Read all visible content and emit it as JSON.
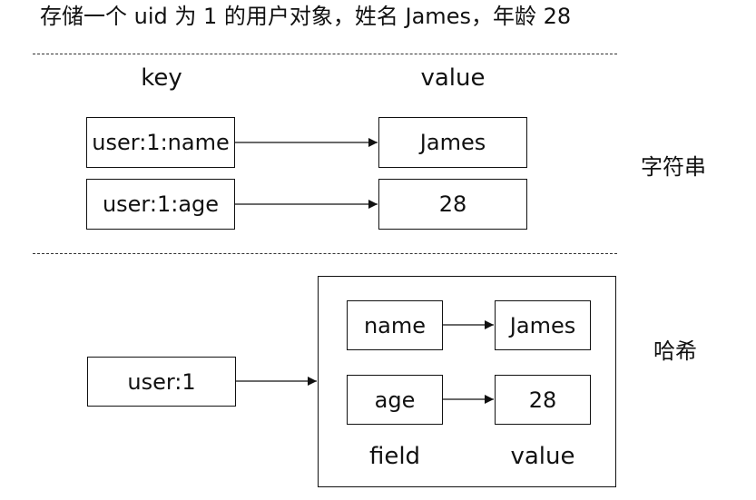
{
  "title": "存储一个 uid 为 1 的用户对象，姓名 James，年龄 28",
  "string_section": {
    "key_header": "key",
    "value_header": "value",
    "label": "字符串",
    "rows": [
      {
        "key": "user:1:name",
        "value": "James"
      },
      {
        "key": "user:1:age",
        "value": "28"
      }
    ]
  },
  "hash_section": {
    "key": "user:1",
    "label": "哈希",
    "field_header": "field",
    "value_header": "value",
    "rows": [
      {
        "field": "name",
        "value": "James"
      },
      {
        "field": "age",
        "value": "28"
      }
    ]
  }
}
